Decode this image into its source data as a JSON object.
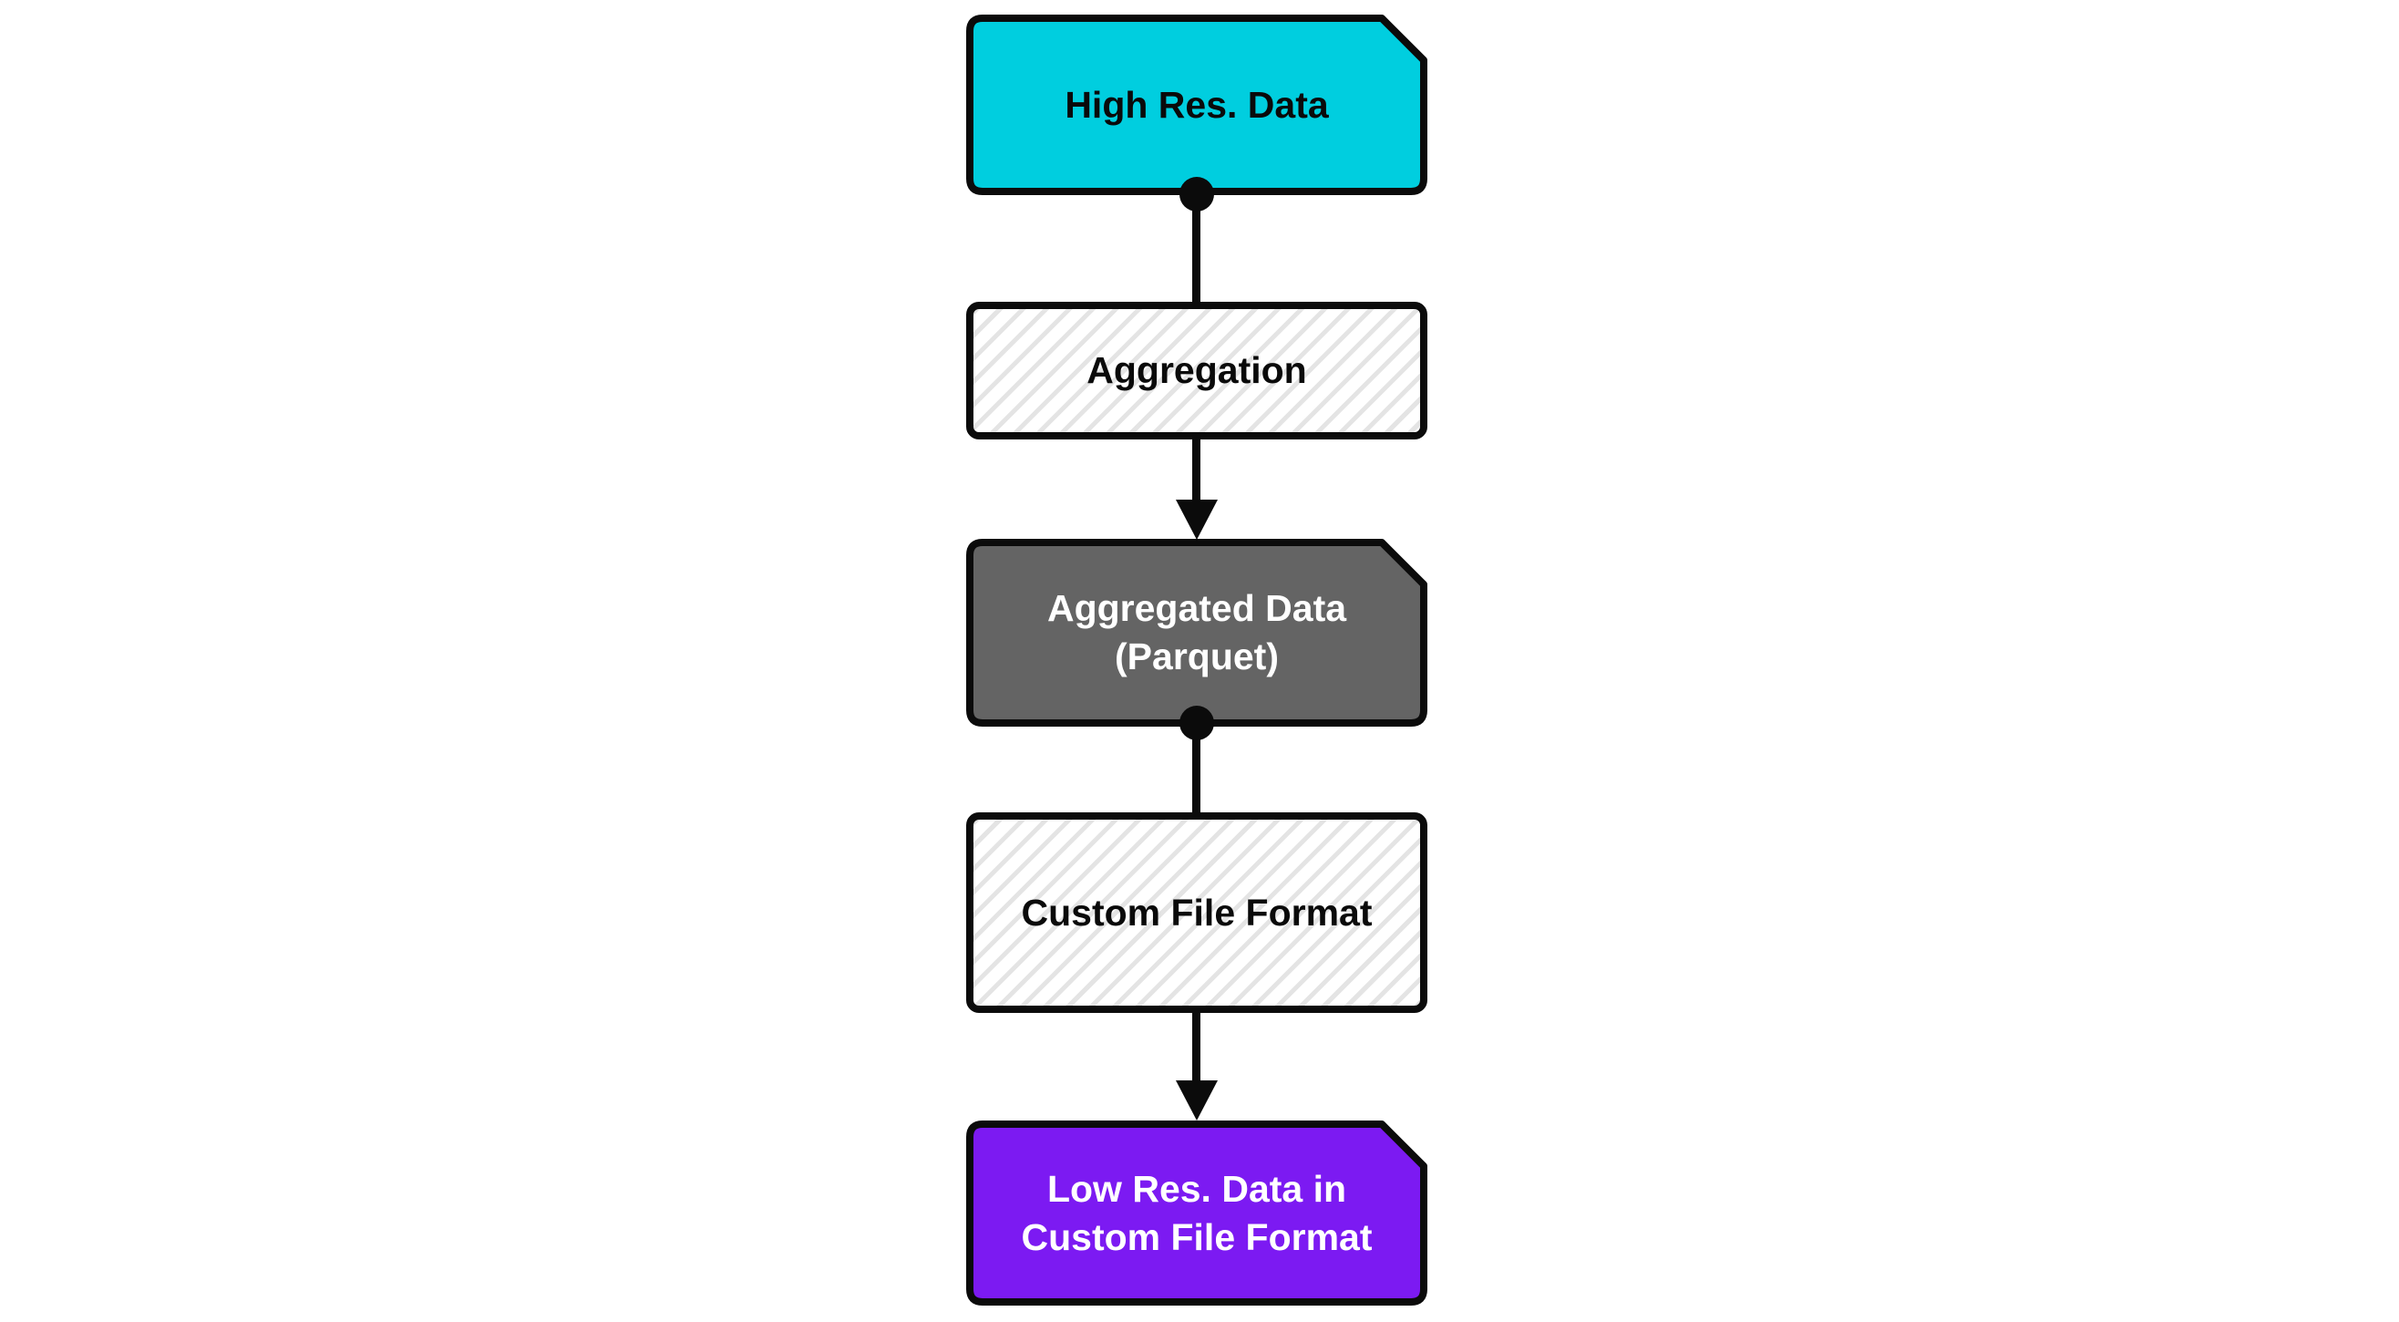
{
  "diagram": {
    "title": "Data aggregation pipeline flowchart",
    "colors": {
      "stroke": "#0b0b0b",
      "cyan_fill": "#00cedf",
      "gray_fill": "#646464",
      "purple_fill": "#7c1af2",
      "hatch_stripe": "#e4e4e4",
      "hatch_background": "#ffffff",
      "canvas_background": "#ffffff"
    },
    "nodes": [
      {
        "id": "high-res-data",
        "shape": "folded-corner-rect",
        "fill": "#00cedf",
        "text_color": "#0a0a0a",
        "label": "High Res. Data",
        "label_lines": [
          "High Res. Data"
        ]
      },
      {
        "id": "aggregation",
        "shape": "hatched-rect",
        "fill": "hatched",
        "text_color": "#0a0a0a",
        "label": "Aggregation",
        "label_lines": [
          "Aggregation"
        ]
      },
      {
        "id": "aggregated-data-parquet",
        "shape": "folded-corner-rect",
        "fill": "#646464",
        "text_color": "#ffffff",
        "label": "Aggregated Data (Parquet)",
        "label_lines": [
          "Aggregated Data",
          "(Parquet)"
        ]
      },
      {
        "id": "custom-file-format",
        "shape": "hatched-rect",
        "fill": "hatched",
        "text_color": "#0a0a0a",
        "label": "Custom File Format",
        "label_lines": [
          "Custom File Format"
        ]
      },
      {
        "id": "low-res-data-custom-format",
        "shape": "folded-corner-rect",
        "fill": "#7c1af2",
        "text_color": "#ffffff",
        "label": "Low Res. Data in Custom File Format",
        "label_lines": [
          "Low Res. Data in",
          "Custom File Format"
        ]
      }
    ],
    "edges": [
      {
        "from": "high-res-data",
        "to": "aggregation",
        "source_marker": "filled-circle",
        "target_marker": "none"
      },
      {
        "from": "aggregation",
        "to": "aggregated-data-parquet",
        "source_marker": "none",
        "target_marker": "arrowhead"
      },
      {
        "from": "aggregated-data-parquet",
        "to": "custom-file-format",
        "source_marker": "filled-circle",
        "target_marker": "none"
      },
      {
        "from": "custom-file-format",
        "to": "low-res-data-custom-format",
        "source_marker": "none",
        "target_marker": "arrowhead"
      }
    ]
  }
}
